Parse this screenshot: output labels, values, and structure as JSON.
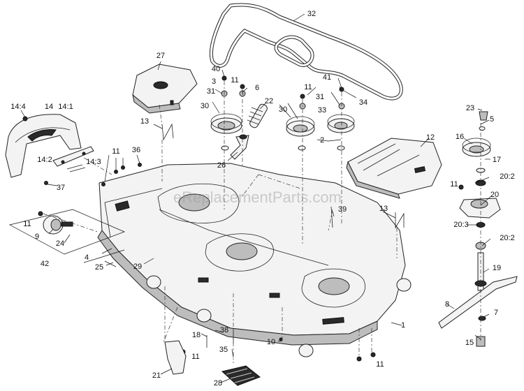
{
  "watermark": "eReplacementParts.com",
  "callouts": [
    {
      "id": "c1",
      "text": "1"
    },
    {
      "id": "c2",
      "text": "2"
    },
    {
      "id": "c3",
      "text": "3"
    },
    {
      "id": "c4",
      "text": "4"
    },
    {
      "id": "c5",
      "text": "5"
    },
    {
      "id": "c6",
      "text": "6"
    },
    {
      "id": "c7",
      "text": "7"
    },
    {
      "id": "c8",
      "text": "8"
    },
    {
      "id": "c9",
      "text": "9"
    },
    {
      "id": "c10",
      "text": "10"
    },
    {
      "id": "c11a",
      "text": "11"
    },
    {
      "id": "c11b",
      "text": "11"
    },
    {
      "id": "c11c",
      "text": "11"
    },
    {
      "id": "c11d",
      "text": "11"
    },
    {
      "id": "c11e",
      "text": "11"
    },
    {
      "id": "c11f",
      "text": "11"
    },
    {
      "id": "c11g",
      "text": "11"
    },
    {
      "id": "c12",
      "text": "12"
    },
    {
      "id": "c13a",
      "text": "13"
    },
    {
      "id": "c13b",
      "text": "13"
    },
    {
      "id": "c14",
      "text": "14"
    },
    {
      "id": "c14_1",
      "text": "14:1"
    },
    {
      "id": "c14_2",
      "text": "14:2"
    },
    {
      "id": "c14_3",
      "text": "14:3"
    },
    {
      "id": "c14_4",
      "text": "14:4"
    },
    {
      "id": "c15",
      "text": "15"
    },
    {
      "id": "c16",
      "text": "16"
    },
    {
      "id": "c17",
      "text": "17"
    },
    {
      "id": "c18",
      "text": "18"
    },
    {
      "id": "c19",
      "text": "19"
    },
    {
      "id": "c20",
      "text": "20"
    },
    {
      "id": "c20_2a",
      "text": "20:2"
    },
    {
      "id": "c20_2b",
      "text": "20:2"
    },
    {
      "id": "c20_3",
      "text": "20:3"
    },
    {
      "id": "c21",
      "text": "21"
    },
    {
      "id": "c22",
      "text": "22"
    },
    {
      "id": "c23",
      "text": "23"
    },
    {
      "id": "c24",
      "text": "24"
    },
    {
      "id": "c25",
      "text": "25"
    },
    {
      "id": "c26",
      "text": "26"
    },
    {
      "id": "c27",
      "text": "27"
    },
    {
      "id": "c28",
      "text": "28"
    },
    {
      "id": "c29",
      "text": "29"
    },
    {
      "id": "c30a",
      "text": "30"
    },
    {
      "id": "c30b",
      "text": "30"
    },
    {
      "id": "c31a",
      "text": "31"
    },
    {
      "id": "c31b",
      "text": "31"
    },
    {
      "id": "c32",
      "text": "32"
    },
    {
      "id": "c33",
      "text": "33"
    },
    {
      "id": "c34",
      "text": "34"
    },
    {
      "id": "c35",
      "text": "35"
    },
    {
      "id": "c36",
      "text": "36"
    },
    {
      "id": "c37",
      "text": "37"
    },
    {
      "id": "c38",
      "text": "38"
    },
    {
      "id": "c39",
      "text": "39"
    },
    {
      "id": "c40",
      "text": "40"
    },
    {
      "id": "c41",
      "text": "41"
    },
    {
      "id": "c42",
      "text": "42"
    }
  ]
}
